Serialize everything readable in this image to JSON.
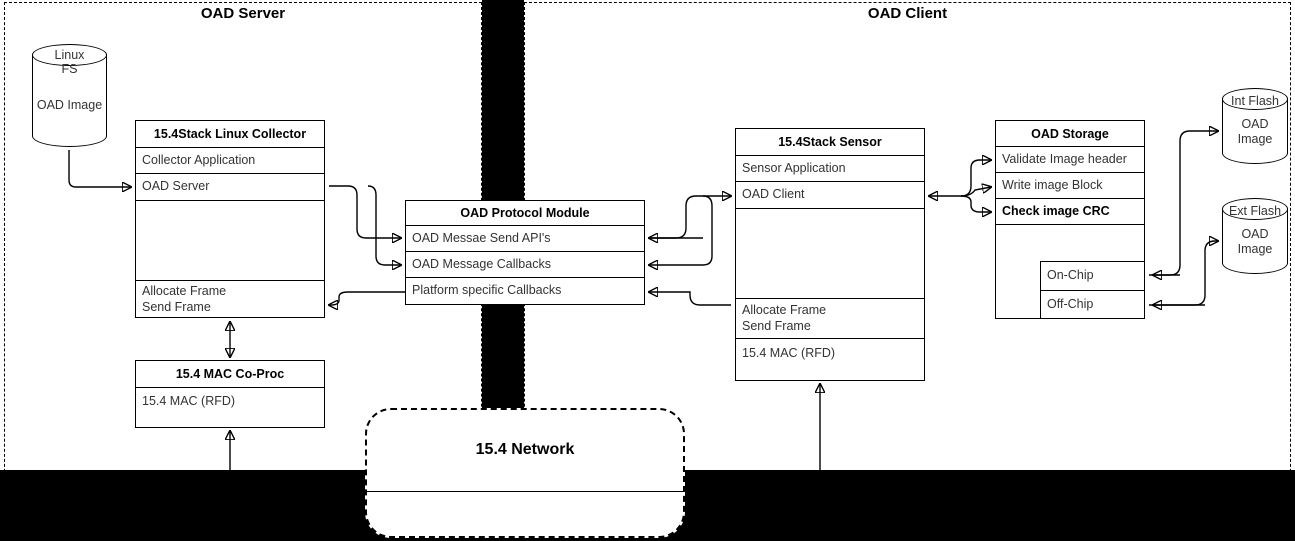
{
  "diagram": {
    "title_left": "OAD Server",
    "title_right": "OAD Client"
  },
  "left": {
    "linux_fs": {
      "top_label": "Linux\nFS",
      "body_label": "OAD Image"
    },
    "collector": {
      "header": "15.4Stack Linux Collector",
      "rows": [
        "Collector Application",
        "OAD Server",
        "Allocate Frame\nSend Frame"
      ]
    },
    "coproc": {
      "header": "15.4 MAC Co-Proc",
      "rows": [
        "15.4 MAC (RFD)"
      ]
    }
  },
  "center": {
    "protocol": {
      "header": "OAD Protocol Module",
      "rows": [
        "OAD Messae Send API's",
        "OAD Message Callbacks",
        "Platform specific Callbacks"
      ]
    },
    "network": {
      "label": "15.4 Network"
    }
  },
  "right": {
    "sensor": {
      "header": "15.4Stack Sensor",
      "rows": [
        "Sensor Application",
        "OAD Client",
        "Allocate Frame\nSend Frame",
        "15.4 MAC (RFD)"
      ]
    },
    "storage": {
      "header": "OAD Storage",
      "rows": [
        "Validate Image header",
        "Write image Block",
        "Check image CRC"
      ],
      "sub_rows": [
        "On-Chip",
        "Off-Chip"
      ]
    },
    "int_flash": {
      "top_label": "Int Flash",
      "body_label": "OAD\nImage"
    },
    "ext_flash": {
      "top_label": "Ext Flash",
      "body_label": "OAD\nImage"
    }
  },
  "colors": {
    "stroke": "#000000",
    "band": "#000000",
    "background": "#ffffff",
    "row_text": "#333333"
  }
}
